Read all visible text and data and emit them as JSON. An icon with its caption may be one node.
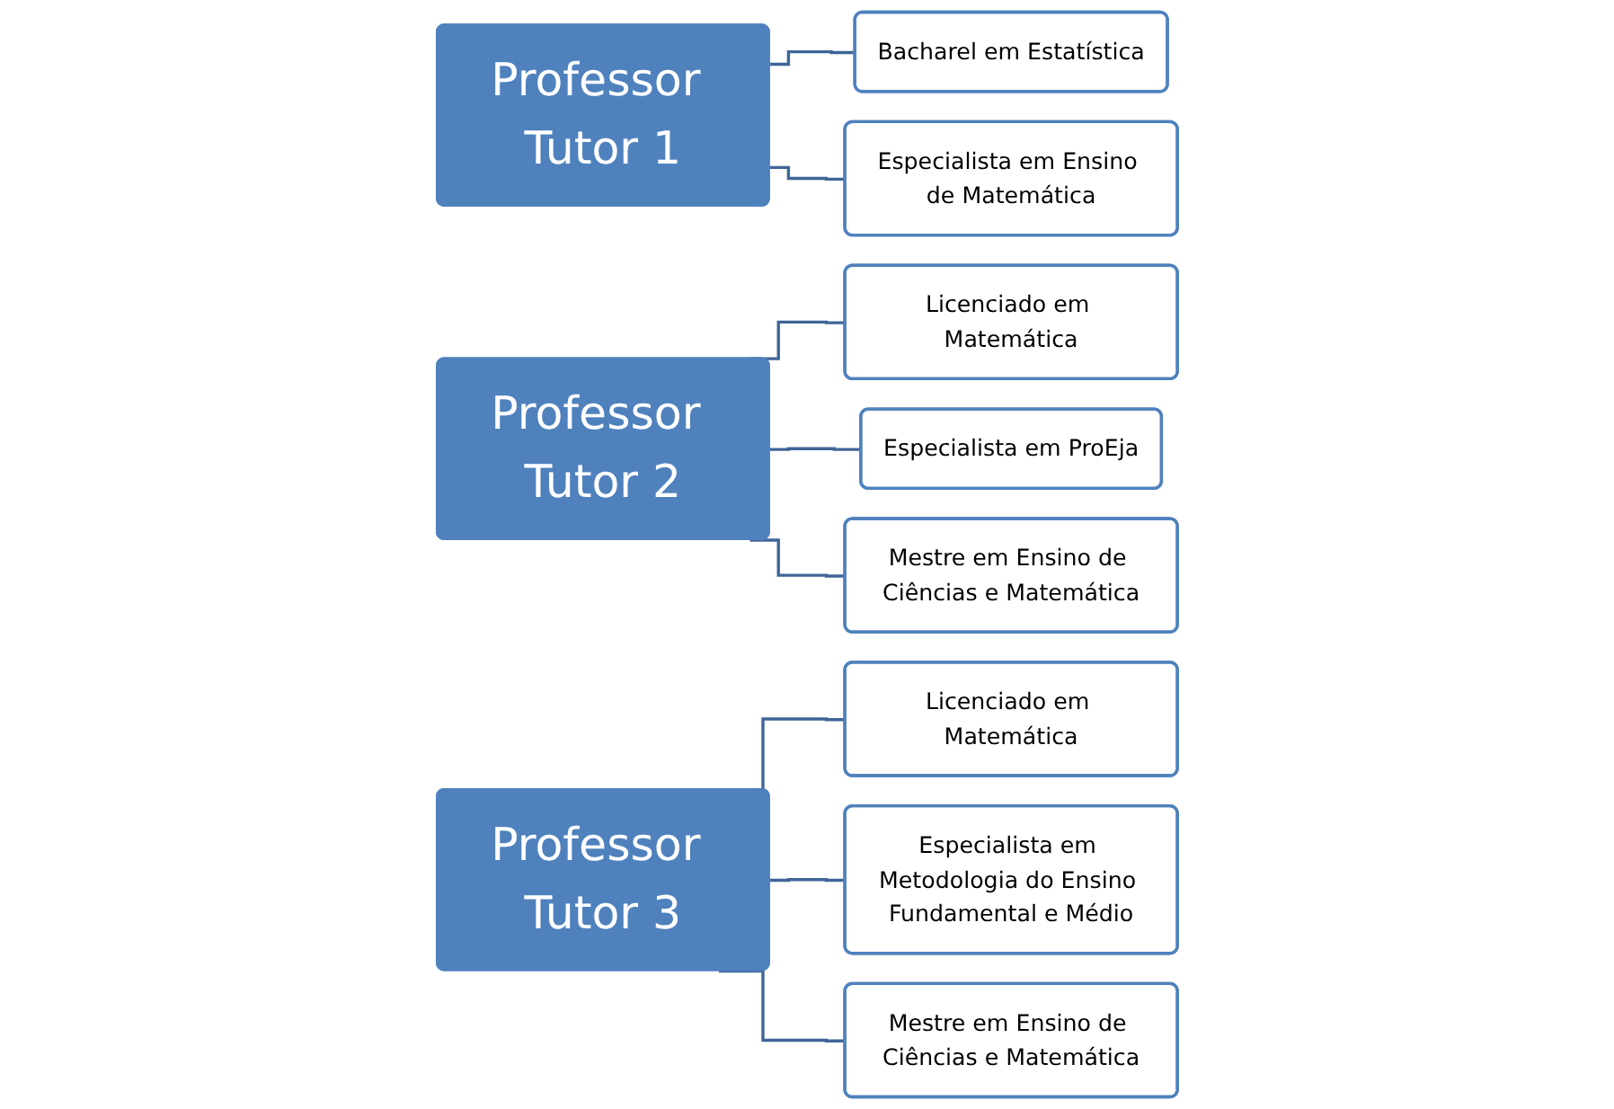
{
  "diagram": {
    "nodes": [
      {
        "text": [
          "Professor Tutor 1"
        ]
      },
      {
        "text": [
          "Bacharel em Estatística"
        ]
      },
      {
        "text": [
          "Especialista em Ensino de Matemática"
        ]
      },
      {
        "text": [
          "Professor Tutor 2"
        ]
      },
      {
        "text": [
          "Licenciado em Matemática"
        ]
      },
      {
        "text": [
          "Especialista em ProEja"
        ]
      },
      {
        "text": [
          "Mestre em Ensino de Ciências e Matemática"
        ]
      },
      {
        "text": [
          "Professor Tutor 3"
        ]
      },
      {
        "text": [
          "Licenciado em Matemática"
        ]
      },
      {
        "text": [
          "Especialista em Metodologia do Ensino Fundamental e Médio"
        ]
      },
      {
        "text": [
          "Mestre em Ensino de Ciências e Matemática"
        ]
      }
    ],
    "edges": [
      {
        "from": 0,
        "to": 1,
        "arrow": "none"
      },
      {
        "from": 0,
        "to": 2,
        "arrow": "none"
      },
      {
        "from": 3,
        "to": 4,
        "arrow": "none"
      },
      {
        "from": 3,
        "to": 5,
        "arrow": "none"
      },
      {
        "from": 3,
        "to": 6,
        "arrow": "none"
      },
      {
        "from": 7,
        "to": 8,
        "arrow": "none"
      },
      {
        "from": 7,
        "to": 9,
        "arrow": "none"
      },
      {
        "from": 7,
        "to": 10,
        "arrow": "none"
      }
    ]
  }
}
